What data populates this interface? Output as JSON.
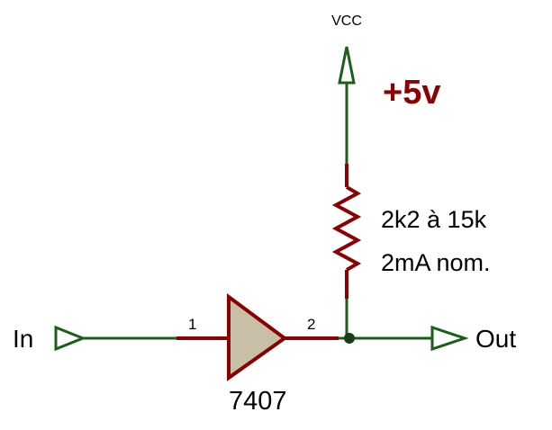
{
  "schematic": {
    "power": {
      "net_label": "VCC",
      "voltage": "+5v"
    },
    "resistor": {
      "value": "2k2 à 15k",
      "current": "2mA nom."
    },
    "buffer": {
      "part": "7407",
      "input_pin": "1",
      "output_pin": "2"
    },
    "ports": {
      "input": "In",
      "output": "Out"
    },
    "colors": {
      "wire": "#1b5e1b",
      "component": "#8b0000",
      "component_fill": "#c8bfa8",
      "voltage_text": "#8b0000"
    }
  }
}
